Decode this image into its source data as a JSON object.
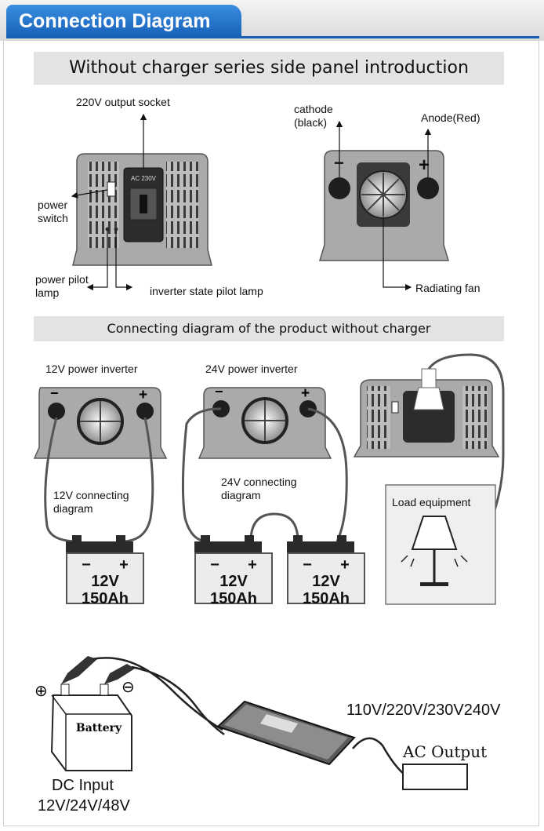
{
  "header": {
    "title": "Connection Diagram"
  },
  "panel_intro": {
    "title": "Without charger series side panel introduction",
    "output_socket": "220V output socket",
    "socket_label": "AC 230V",
    "power_switch": "power\nswitch",
    "power_pilot_lamp": "power pilot\nlamp",
    "inverter_state_lamp": "inverter state pilot lamp",
    "cathode": "cathode\n(black)",
    "anode": "Anode(Red)",
    "radiating_fan": "Radiating fan",
    "minus": "−",
    "plus": "+"
  },
  "connecting": {
    "title": "Connecting diagram of the product without charger",
    "inv12": "12V power inverter",
    "inv24": "24V power inverter",
    "conn12": "12V connecting\ndiagram",
    "conn24": "24V connecting\ndiagram",
    "load": "Load equipment",
    "battery_voltage": "12V",
    "battery_capacity": "150Ah",
    "minus": "−",
    "plus": "+"
  },
  "charger": {
    "battery_label": "Battery",
    "plus_sym": "⊕",
    "minus_sym": "⊖",
    "dc_input": "DC Input",
    "dc_voltages": "12V/24V/48V",
    "ac_voltages": "110V/220V/230V240V",
    "ac_output": "AC Output"
  }
}
